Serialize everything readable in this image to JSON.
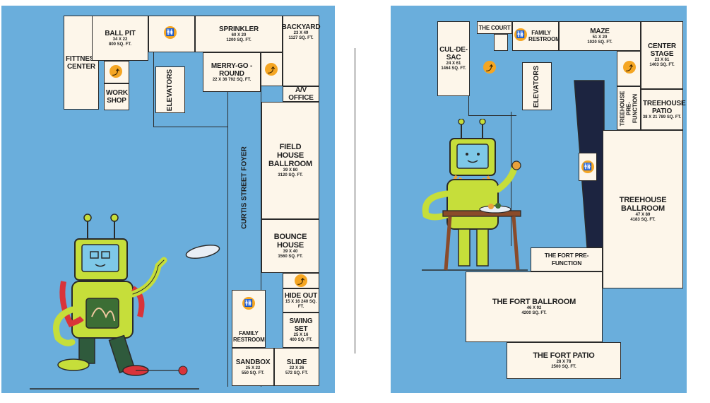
{
  "left_map": {
    "rooms": {
      "ball_pit": {
        "name": "BALL PIT",
        "dims": "34 X 22",
        "sqft": "800 SQ. FT."
      },
      "sprinkler": {
        "name": "SPRINKLER",
        "dims": "60 X 20",
        "sqft": "1200 SQ. FT."
      },
      "backyard": {
        "name": "BACKYARD",
        "dims": "23 X 49",
        "sqft": "1127 SQ. FT."
      },
      "fitness_center": {
        "name": "FITTNESS CENTER"
      },
      "work_shop": {
        "name": "WORK SHOP"
      },
      "elevators": {
        "name": "ELEVATORS"
      },
      "merry_go_round": {
        "name": "MERRY-GO -ROUND",
        "dims": "22 X 36  792 SQ. FT."
      },
      "av_office": {
        "name": "A/V OFFICE"
      },
      "field_house_ballroom": {
        "name": "FIELD HOUSE BALLROOM",
        "dims": "39 X 80",
        "sqft": "3120 SQ. FT."
      },
      "bounce_house": {
        "name": "BOUNCE HOUSE",
        "dims": "39 X 40",
        "sqft": "1560 SQ. FT."
      },
      "hide_out": {
        "name": "HIDE OUT",
        "dims": "15 X 16  240 SQ. FT."
      },
      "family_restroom": {
        "name": "FAMILY RESTROOM"
      },
      "swing_set": {
        "name": "SWING SET",
        "dims": "25 X 16",
        "sqft": "400 SQ. FT."
      },
      "sandbox": {
        "name": "SANDBOX",
        "dims": "25 X 22",
        "sqft": "550 SQ. FT."
      },
      "slide": {
        "name": "SLIDE",
        "dims": "22 X 26",
        "sqft": "572 SQ. FT."
      }
    },
    "corridor_label": "CURTIS STREET FOYER"
  },
  "right_map": {
    "rooms": {
      "the_court": {
        "name": "THE COURT"
      },
      "family_restroom": {
        "name": "FAMILY RESTROOM"
      },
      "maze": {
        "name": "MAZE",
        "dims": "51 X 20",
        "sqft": "1020 SQ. FT."
      },
      "center_stage": {
        "name": "CENTER STAGE",
        "dims": "23 X 61",
        "sqft": "1403 SQ. FT."
      },
      "cul_de_sac": {
        "name": "CUL-DE-SAC",
        "dims": "24 X 61",
        "sqft": "1464 SQ. FT."
      },
      "elevators": {
        "name": "ELEVATORS"
      },
      "treehouse_prefunction": {
        "name": "TREEHOUSE PRE-FUNCTION"
      },
      "treehouse_patio": {
        "name": "TREEHOUSE PATIO",
        "dims": "38 X 21  789 SQ. FT."
      },
      "treehouse_ballroom": {
        "name": "TREEHOUSE BALLROOM",
        "dims": "47 X 89",
        "sqft": "4183 SQ. FT."
      },
      "fort_prefunction": {
        "name": "THE FORT PRE-FUNCTION"
      },
      "fort_ballroom": {
        "name": "THE FORT BALLROOM",
        "dims": "46 X 92",
        "sqft": "4200 SQ. FT."
      },
      "fort_patio": {
        "name": "THE FORT PATIO",
        "dims": "28 X 78",
        "sqft": "2500 SQ. FT."
      }
    }
  },
  "icons": {
    "restroom": "restroom-icon",
    "stairs": "stairs-icon"
  },
  "colors": {
    "background": "#6aaedc",
    "room": "#fdf6ea",
    "icon": "#f5a623",
    "robot": "#c6de3a",
    "dark_zone": "#1c2440"
  }
}
